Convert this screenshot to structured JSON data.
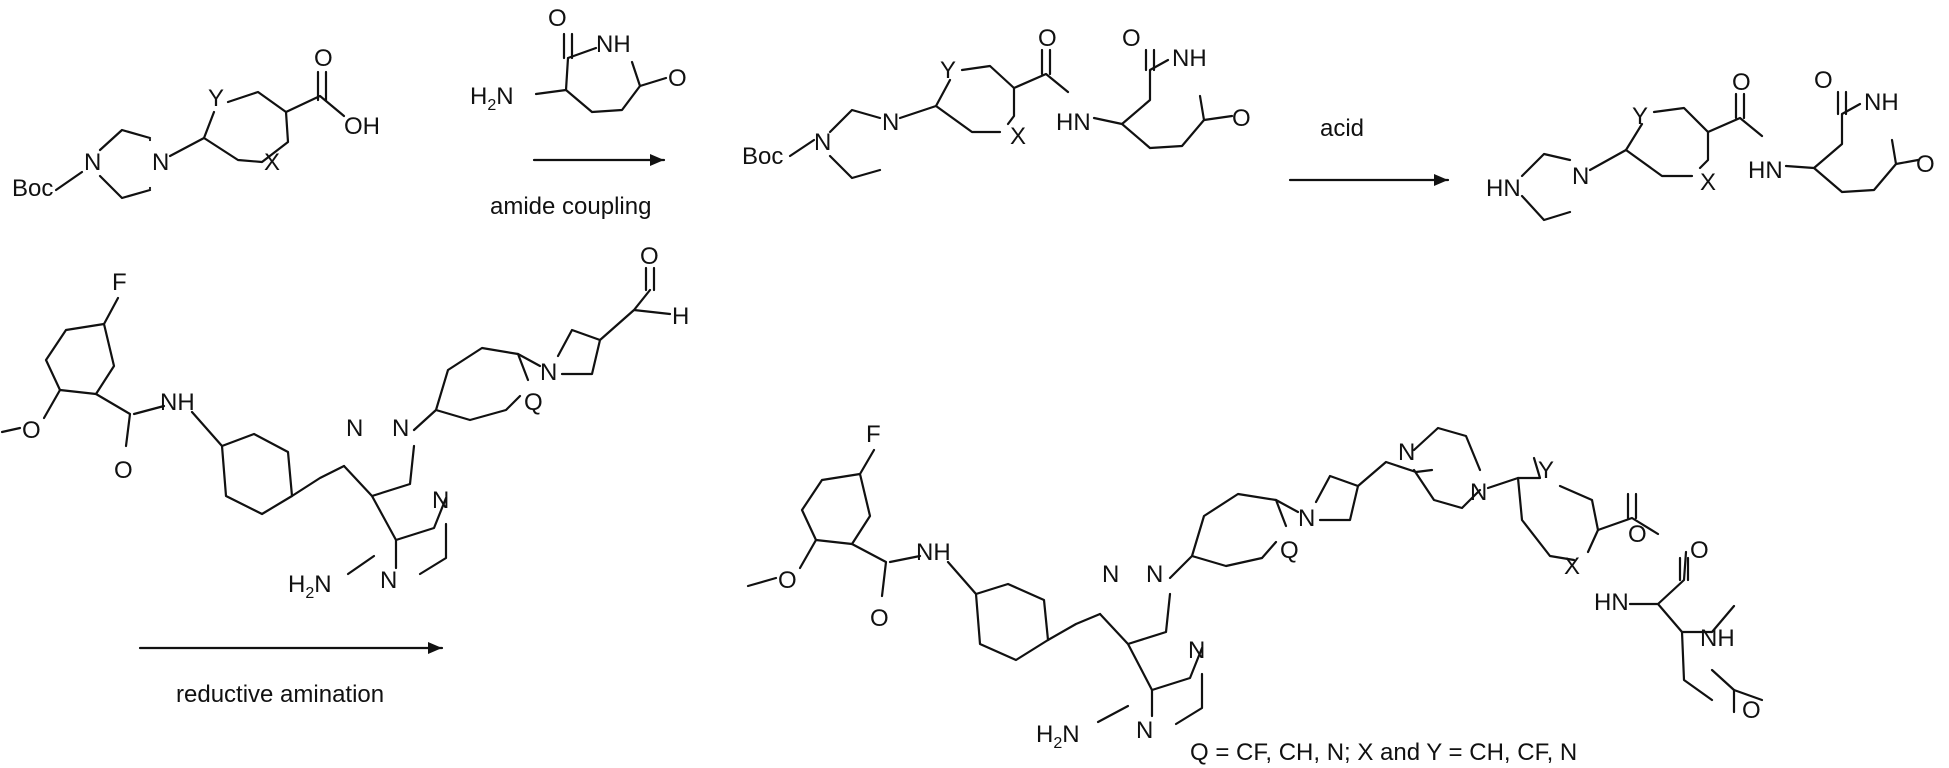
{
  "scheme": {
    "steps": [
      {
        "id": "step1",
        "condition": "amide coupling"
      },
      {
        "id": "step2",
        "condition": "acid"
      },
      {
        "id": "step3",
        "condition": "reductive amination"
      }
    ],
    "footnote": "Q = CF, CH, N; X and Y = CH, CF, N"
  },
  "atoms": {
    "boc": "Boc",
    "n": "N",
    "hn": "HN",
    "nh": "NH",
    "h2n": "H2N",
    "o": "O",
    "oh": "OH",
    "f": "F",
    "h": "H",
    "x": "X",
    "y": "Y",
    "q": "Q"
  },
  "colors": {
    "ink": "#111111",
    "background": "#ffffff"
  }
}
